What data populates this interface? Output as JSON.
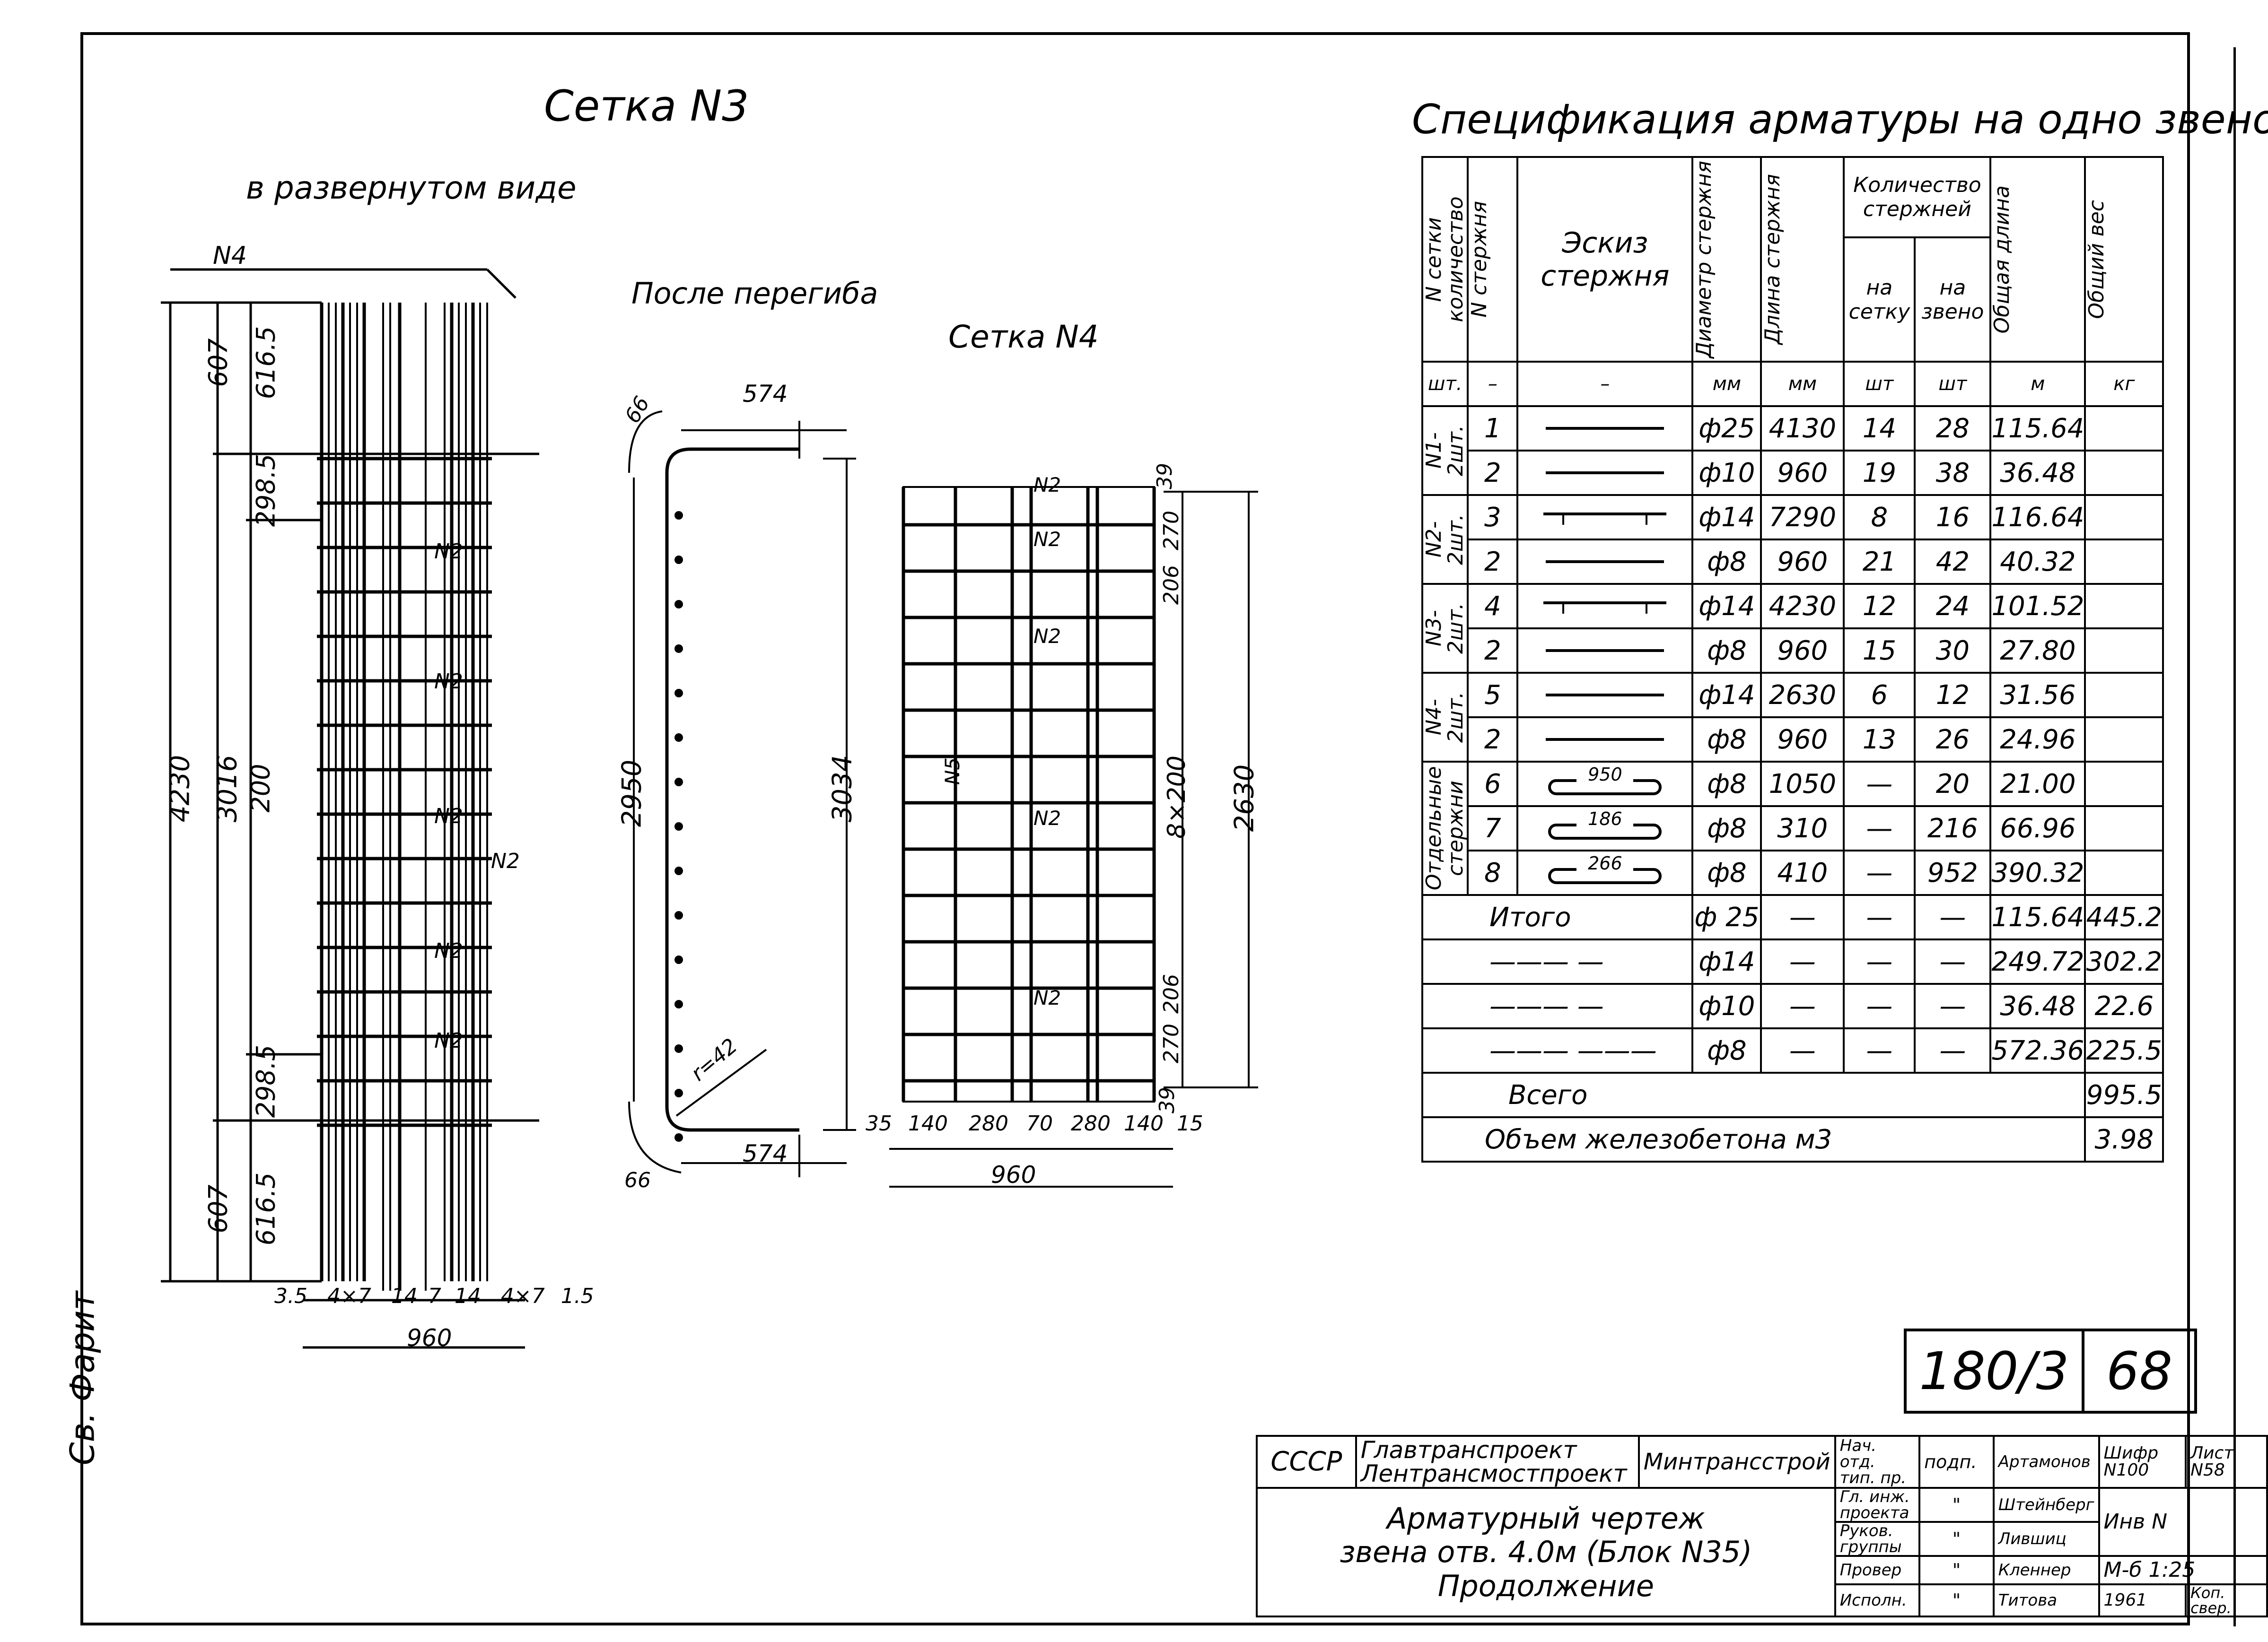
{
  "drawing": {
    "mesh3_title": "Сетка N3",
    "mesh3_subtitle": "в развернутом виде",
    "after_bend": "После перегиба",
    "mesh4_title": "Сетка N4",
    "spec_title": "Спецификация арматуры на одно звено",
    "signature_note": "Св. Фарит",
    "mesh3": {
      "n4": "N4",
      "dims_left": [
        "4230",
        "3016",
        "607",
        "616.5",
        "298.5",
        "200",
        "298.5",
        "607",
        "616.5"
      ],
      "bar_labels": [
        "N2",
        "N2",
        "N2",
        "N2",
        "N2",
        "N2"
      ],
      "bottom_dims": [
        "3.5",
        "4×7",
        "14",
        "7",
        "14",
        "4×7",
        "1.5"
      ],
      "width": "960"
    },
    "bent": {
      "dims": [
        "66",
        "574",
        "2950",
        "3034",
        "r=42",
        "574",
        "66"
      ]
    },
    "mesh4": {
      "right_dims": [
        "39",
        "270",
        "206",
        "8×200",
        "206",
        "270",
        "39",
        "2630"
      ],
      "bar_labels": [
        "N2",
        "N2",
        "N2",
        "N5",
        "N2",
        "N2"
      ],
      "bottom_dims": [
        "35",
        "140",
        "280",
        "70",
        "280",
        "140",
        "15"
      ],
      "width": "960"
    }
  },
  "spec": {
    "headers": {
      "mesh_no": "N сетки количество",
      "rod_no": "N стержня",
      "sketch": "Эскиз стержня",
      "diameter": "Диаметр стержня",
      "length": "Длина стержня",
      "qty": "Количество стержней",
      "per_mesh": "на сетку",
      "per_link": "на звено",
      "total_len": "Общая длина",
      "total_wt": "Общий вес"
    },
    "units": [
      "шт.",
      "–",
      "–",
      "мм",
      "мм",
      "шт",
      "шт",
      "м",
      "кг"
    ],
    "groups": [
      "N1-2шт.",
      "N2-2шт.",
      "N3-2шт.",
      "N4-2шт.",
      "Отдельные стержни"
    ],
    "rows": [
      {
        "n": "1",
        "d": "ф25",
        "l": "4130",
        "pm": "14",
        "pl": "28",
        "tl": "115.64",
        "sk": "line"
      },
      {
        "n": "2",
        "d": "ф10",
        "l": "960",
        "pm": "19",
        "pl": "38",
        "tl": "36.48",
        "sk": "line"
      },
      {
        "n": "3",
        "d": "ф14",
        "l": "7290",
        "pm": "8",
        "pl": "16",
        "tl": "116.64",
        "sk": "tee"
      },
      {
        "n": "2",
        "d": "ф8",
        "l": "960",
        "pm": "21",
        "pl": "42",
        "tl": "40.32",
        "sk": "line"
      },
      {
        "n": "4",
        "d": "ф14",
        "l": "4230",
        "pm": "12",
        "pl": "24",
        "tl": "101.52",
        "sk": "tee"
      },
      {
        "n": "2",
        "d": "ф8",
        "l": "960",
        "pm": "15",
        "pl": "30",
        "tl": "27.80",
        "sk": "line"
      },
      {
        "n": "5",
        "d": "ф14",
        "l": "2630",
        "pm": "6",
        "pl": "12",
        "tl": "31.56",
        "sk": "line"
      },
      {
        "n": "2",
        "d": "ф8",
        "l": "960",
        "pm": "13",
        "pl": "26",
        "tl": "24.96",
        "sk": "line"
      },
      {
        "n": "6",
        "d": "ф8",
        "l": "1050",
        "pm": "—",
        "pl": "20",
        "tl": "21.00",
        "sk": "hook",
        "hk": "950"
      },
      {
        "n": "7",
        "d": "ф8",
        "l": "310",
        "pm": "—",
        "pl": "216",
        "tl": "66.96",
        "sk": "hook",
        "hk": "186"
      },
      {
        "n": "8",
        "d": "ф8",
        "l": "410",
        "pm": "—",
        "pl": "952",
        "tl": "390.32",
        "sk": "hook",
        "hk": "266"
      }
    ],
    "totals": [
      {
        "label": "Итого",
        "d": "ф 25",
        "l": "—",
        "pm": "—",
        "pl": "—",
        "tl": "115.64",
        "w": "445.2"
      },
      {
        "label": "——— —",
        "d": "ф14",
        "l": "—",
        "pm": "—",
        "pl": "—",
        "tl": "249.72",
        "w": "302.2"
      },
      {
        "label": "——— —",
        "d": "ф10",
        "l": "—",
        "pm": "—",
        "pl": "—",
        "tl": "36.48",
        "w": "22.6"
      },
      {
        "label": "——— ———",
        "d": "ф8",
        "l": "—",
        "pm": "—",
        "pl": "—",
        "tl": "572.36",
        "w": "225.5"
      }
    ],
    "grand_total_label": "Всего",
    "grand_total": "995.5",
    "volume_label": "Объем железобетона м3",
    "volume": "3.98"
  },
  "sheet": {
    "series": "180/3",
    "page": "68"
  },
  "title_block": {
    "ussr": "СССР",
    "org1": "Главтранспроект",
    "org2": "Лентрансмостпроект",
    "ministry": "Минтрансстрой",
    "title1": "Арматурный чертеж",
    "title2": "звена отв. 4.0м (Блок N35)",
    "title3": "Продолжение",
    "roles": [
      "Нач. отд. тип. пр.",
      "Гл. инж. проекта",
      "Руков. группы",
      "Провер",
      "Исполн."
    ],
    "sign": [
      "подп.",
      "\"",
      "\"",
      "\"",
      "\""
    ],
    "names": [
      "Артамонов",
      "Штейнберг",
      "Лившиц",
      "Кленнер",
      "Титова"
    ],
    "code": "Шифр N100",
    "list": "Лист N58",
    "inv": "Инв N",
    "scale": "М-б 1:25",
    "year": "1961",
    "copy": "Коп. свер."
  }
}
